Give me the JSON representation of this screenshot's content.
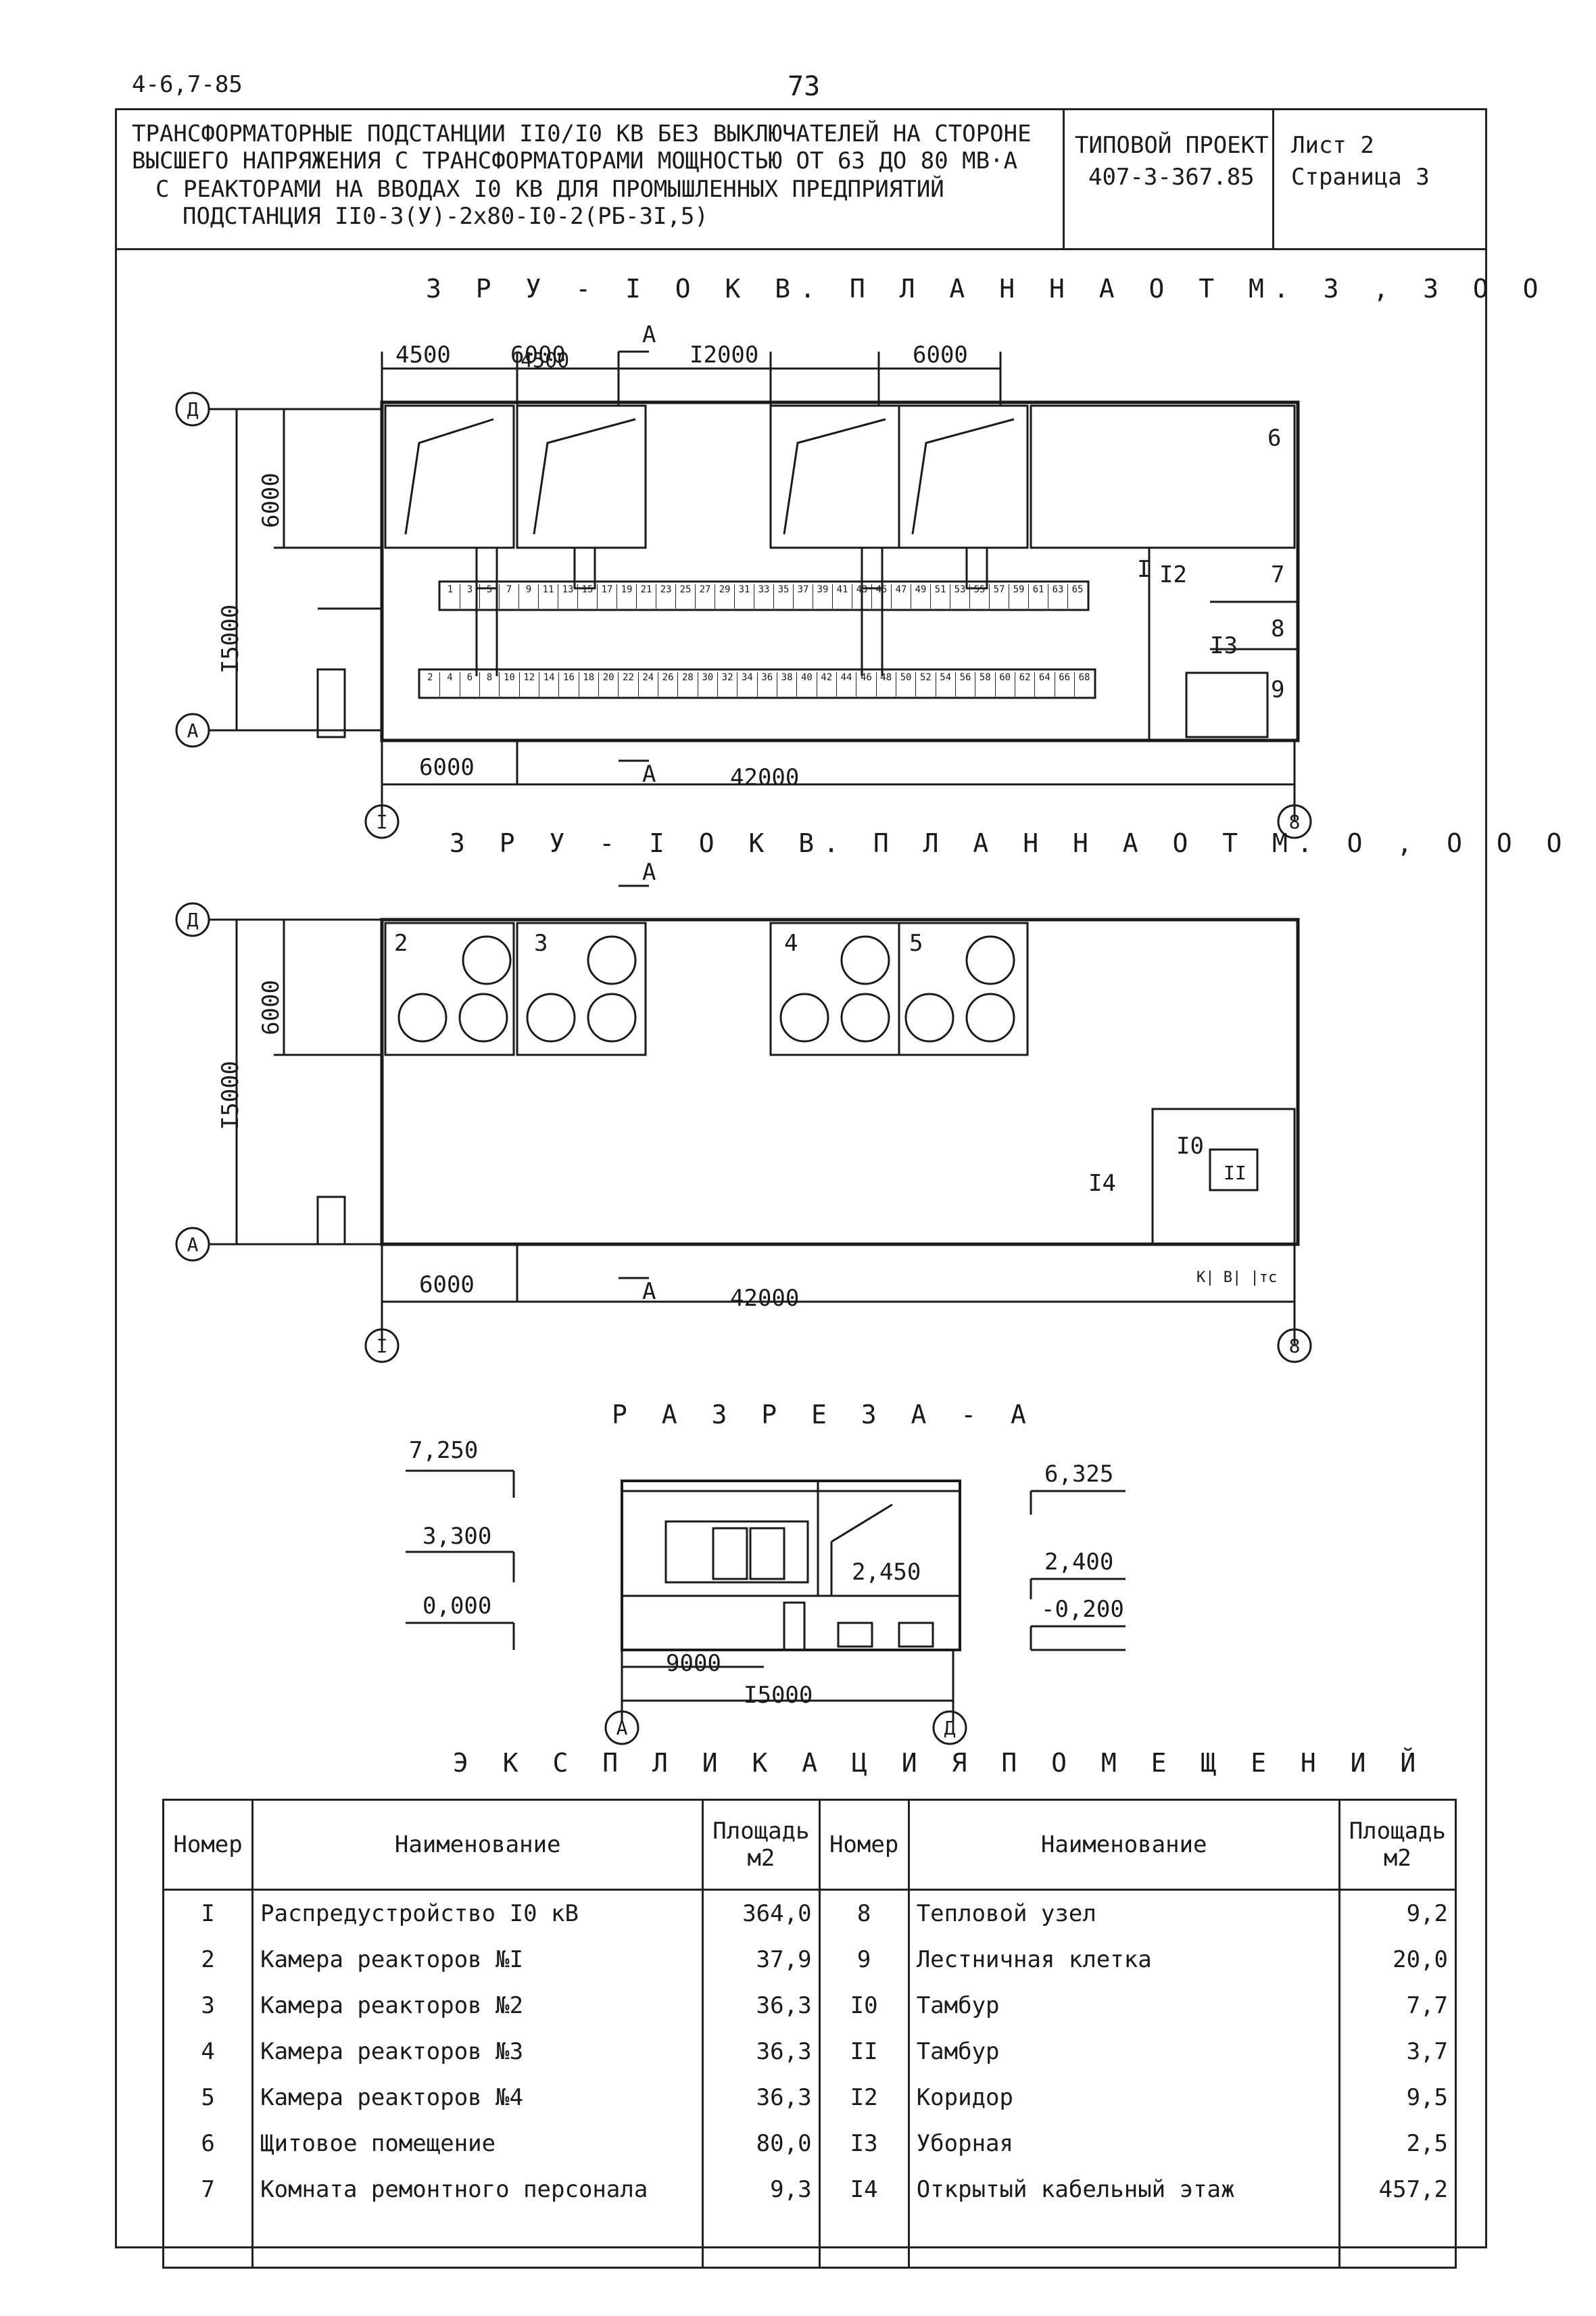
{
  "header": {
    "doc_code": "4-6,7-85",
    "page_number": "73",
    "title_lines": [
      "ТРАНСФОРМАТОРНЫЕ ПОДСТАНЦИИ II0/I0 КВ БЕЗ ВЫКЛЮЧАТЕЛЕЙ НА СТОРОНЕ",
      "ВЫСШЕГО НАПРЯЖЕНИЯ С ТРАНСФОРМАТОРАМИ МОЩНОСТЬЮ ОТ 63 ДО 80 МВ·А",
      "С РЕАКТОРАМИ НА ВВОДАХ I0 КВ ДЛЯ ПРОМЫШЛЕННЫХ ПРЕДПРИЯТИЙ",
      "ПОДСТАНЦИЯ II0-3(У)-2х80-I0-2(РБ-3I,5)"
    ],
    "project_label": "ТИПОВОЙ ПРОЕКТ",
    "project_number": "407-3-367.85",
    "sheet_label": "Лист 2",
    "page_label": "Страница 3"
  },
  "plan_upper": {
    "title": "З Р У - I О К В. П Л А Н   Н А   О Т М. З , З О О",
    "dims_top": [
      "4500",
      "6000",
      "I2000",
      "6000"
    ],
    "dim_left_inner": "6000",
    "dim_left_total": "I5000",
    "dim_bottom_bay": "6000",
    "dim_bottom_total": "42000",
    "axis_top": "Д",
    "axis_bottom": "А",
    "axis_left": "I",
    "axis_right": "8",
    "section_mark": "А",
    "room_labels": [
      "6",
      "I",
      "I2",
      "7",
      "8",
      "I3",
      "9"
    ],
    "cells_top_row": [
      "1",
      "3",
      "5",
      "7",
      "9",
      "11",
      "13",
      "15",
      "17",
      "19",
      "21",
      "23",
      "25",
      "27",
      "29",
      "31",
      "33",
      "35",
      "37",
      "39",
      "41",
      "43",
      "45",
      "47",
      "49",
      "51",
      "53",
      "55",
      "57",
      "59",
      "61",
      "63",
      "65"
    ],
    "cells_bottom_row": [
      "2",
      "4",
      "6",
      "8",
      "10",
      "12",
      "14",
      "16",
      "18",
      "20",
      "22",
      "24",
      "26",
      "28",
      "30",
      "32",
      "34",
      "36",
      "38",
      "40",
      "42",
      "44",
      "46",
      "48",
      "50",
      "52",
      "54",
      "56",
      "58",
      "60",
      "62",
      "64",
      "66",
      "68"
    ]
  },
  "plan_lower": {
    "title": "З Р У - I О К В. П Л А Н   Н А   О Т М. О , О О О",
    "dim_left_inner": "6000",
    "dim_left_total": "I5000",
    "dim_bottom_bay": "6000",
    "dim_bottom_total": "42000",
    "axis_top": "Д",
    "axis_bottom": "А",
    "axis_left": "I",
    "axis_right": "8",
    "section_mark": "А",
    "room_labels": [
      "2",
      "3",
      "4",
      "5",
      "I0",
      "II",
      "I4"
    ],
    "cable_marks": "К| В| |тс"
  },
  "section": {
    "title": "Р А З Р Е З   А - А",
    "levels_left": [
      "7,250",
      "3,300",
      "0,000"
    ],
    "levels_right": [
      "6,325",
      "2,400",
      "-0,200"
    ],
    "level_inner": "2,450",
    "dim_inner": "9000",
    "dim_total": "I5000",
    "axis_left": "А",
    "axis_right": "Д"
  },
  "explication": {
    "title": "Э К С П Л И К А Ц И Я   П О М Е Щ Е Н И Й",
    "headers": [
      "Номер",
      "Наименование",
      "Площадь м2",
      "Номер",
      "Наименование",
      "Площадь м2"
    ],
    "rows": [
      {
        "n1": "I",
        "name1": "Распредустройство I0 кВ",
        "a1": "364,0",
        "n2": "8",
        "name2": "Тепловой узел",
        "a2": "9,2"
      },
      {
        "n1": "2",
        "name1": "Камера реакторов №I",
        "a1": "37,9",
        "n2": "9",
        "name2": "Лестничная клетка",
        "a2": "20,0"
      },
      {
        "n1": "3",
        "name1": "Камера реакторов №2",
        "a1": "36,3",
        "n2": "I0",
        "name2": "Тамбур",
        "a2": "7,7"
      },
      {
        "n1": "4",
        "name1": "Камера реакторов №3",
        "a1": "36,3",
        "n2": "II",
        "name2": "Тамбур",
        "a2": "3,7"
      },
      {
        "n1": "5",
        "name1": "Камера реакторов №4",
        "a1": "36,3",
        "n2": "I2",
        "name2": "Коридор",
        "a2": "9,5"
      },
      {
        "n1": "6",
        "name1": "Щитовое помещение",
        "a1": "80,0",
        "n2": "I3",
        "name2": "Уборная",
        "a2": "2,5"
      },
      {
        "n1": "7",
        "name1": "Комната ремонтного персонала",
        "a1": "9,3",
        "n2": "I4",
        "name2": "Открытый кабельный этаж",
        "a2": "457,2"
      }
    ]
  }
}
